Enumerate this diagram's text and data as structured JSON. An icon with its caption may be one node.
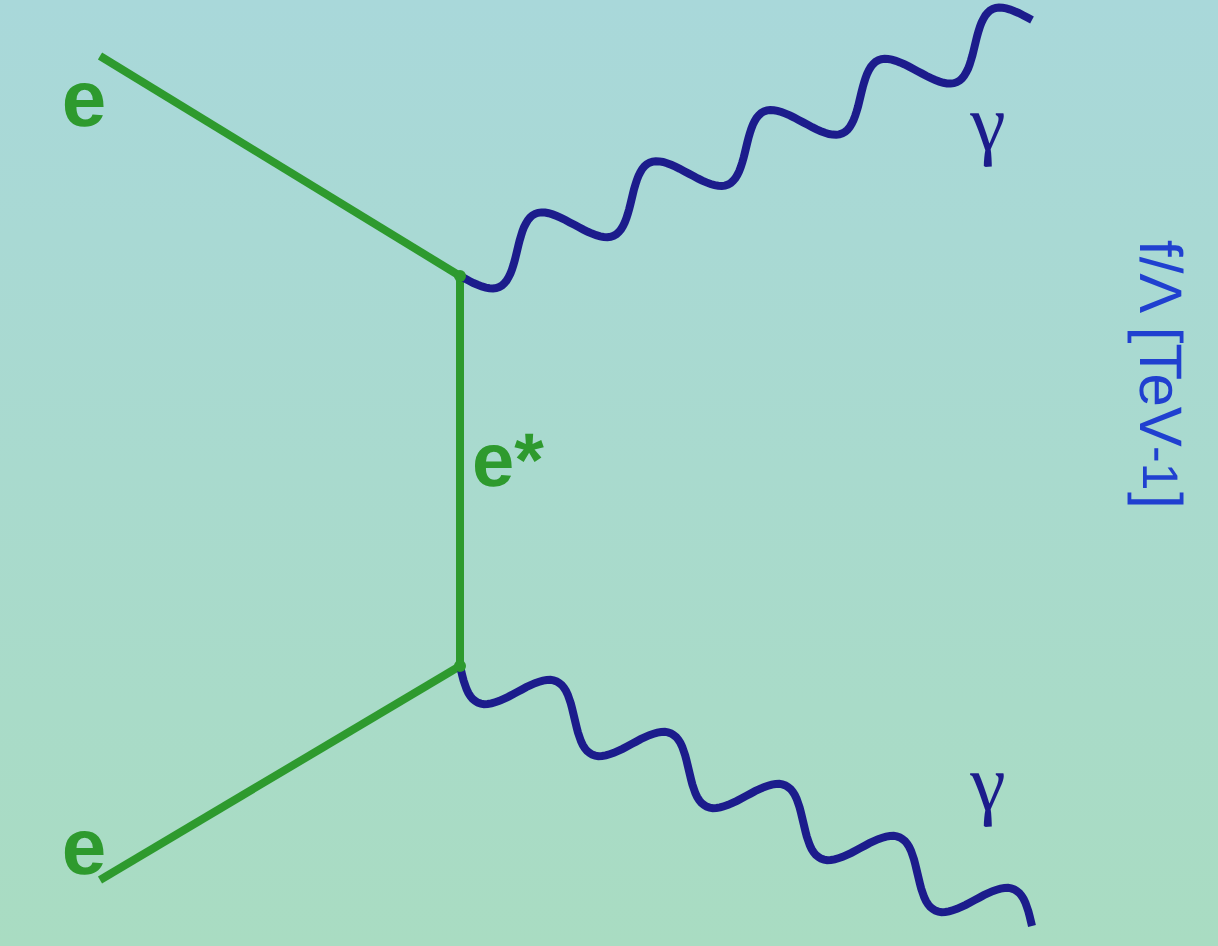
{
  "diagram": {
    "nodes": [
      {
        "text": [
          "e"
        ]
      },
      {
        "text": [
          "e"
        ]
      },
      {
        "text": [],
        "shape": "vertex"
      },
      {
        "text": [],
        "shape": "vertex"
      },
      {
        "text": [
          "γ"
        ]
      },
      {
        "text": [
          "γ"
        ]
      }
    ],
    "edges": [
      {
        "from": 0,
        "to": 2,
        "arrow": "none"
      },
      {
        "from": 2,
        "to": 3,
        "arrow": "none",
        "label": "e*"
      },
      {
        "from": 1,
        "to": 3,
        "arrow": "none"
      },
      {
        "from": 2,
        "to": 4,
        "arrow": "none",
        "color": "#1c1c8c"
      },
      {
        "from": 3,
        "to": 5,
        "arrow": "none",
        "color": "#1c1c8c"
      }
    ],
    "labels": [
      "f/Λ [TeV$^{-1}$]"
    ]
  }
}
